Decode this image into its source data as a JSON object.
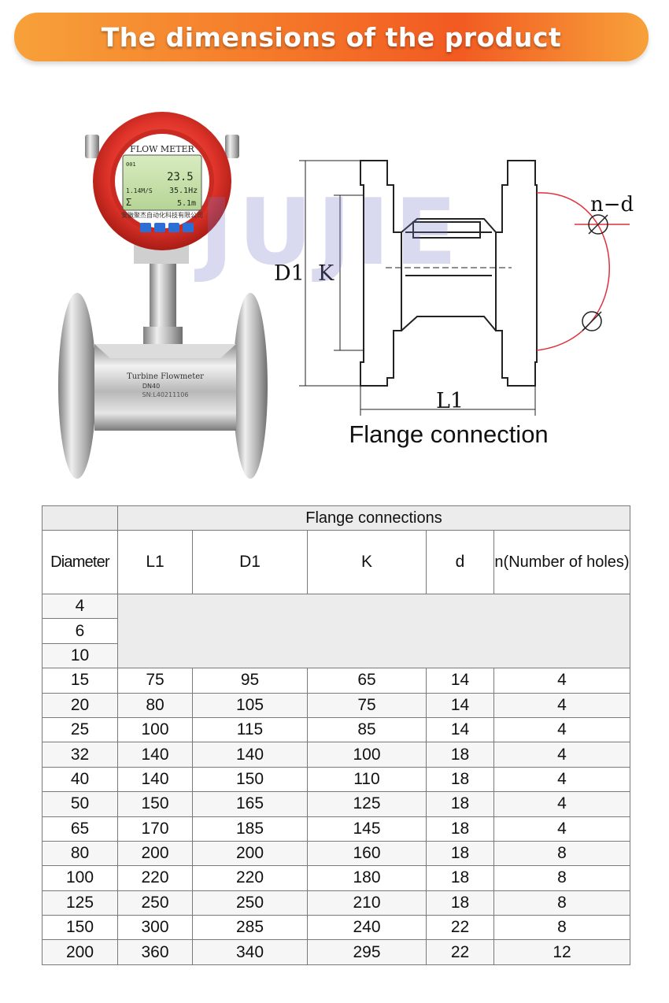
{
  "banner": {
    "title": "The dimensions of the product"
  },
  "product": {
    "display_label": "FLOW METER",
    "body_label": "Turbine Flowmeter",
    "body_size": "DN40",
    "body_serial": "SN:L40211106"
  },
  "watermark": "JUJIE",
  "diagram": {
    "label_d1": "D1",
    "label_k": "K",
    "label_l1": "L1",
    "label_nd": "n−d",
    "caption": "Flange connection"
  },
  "table": {
    "group_header": "Flange connections",
    "columns": [
      "Diameter",
      "L1",
      "D1",
      "K",
      "d",
      "n(Number of holes)"
    ],
    "empty_diameters": [
      "4",
      "6",
      "10"
    ],
    "rows": [
      [
        "15",
        "75",
        "95",
        "65",
        "14",
        "4"
      ],
      [
        "20",
        "80",
        "105",
        "75",
        "14",
        "4"
      ],
      [
        "25",
        "100",
        "115",
        "85",
        "14",
        "4"
      ],
      [
        "32",
        "140",
        "140",
        "100",
        "18",
        "4"
      ],
      [
        "40",
        "140",
        "150",
        "110",
        "18",
        "4"
      ],
      [
        "50",
        "150",
        "165",
        "125",
        "18",
        "4"
      ],
      [
        "65",
        "170",
        "185",
        "145",
        "18",
        "4"
      ],
      [
        "80",
        "200",
        "200",
        "160",
        "18",
        "8"
      ],
      [
        "100",
        "220",
        "220",
        "180",
        "18",
        "8"
      ],
      [
        "125",
        "250",
        "250",
        "210",
        "18",
        "8"
      ],
      [
        "150",
        "300",
        "285",
        "240",
        "22",
        "8"
      ],
      [
        "200",
        "360",
        "340",
        "295",
        "22",
        "12"
      ]
    ]
  }
}
